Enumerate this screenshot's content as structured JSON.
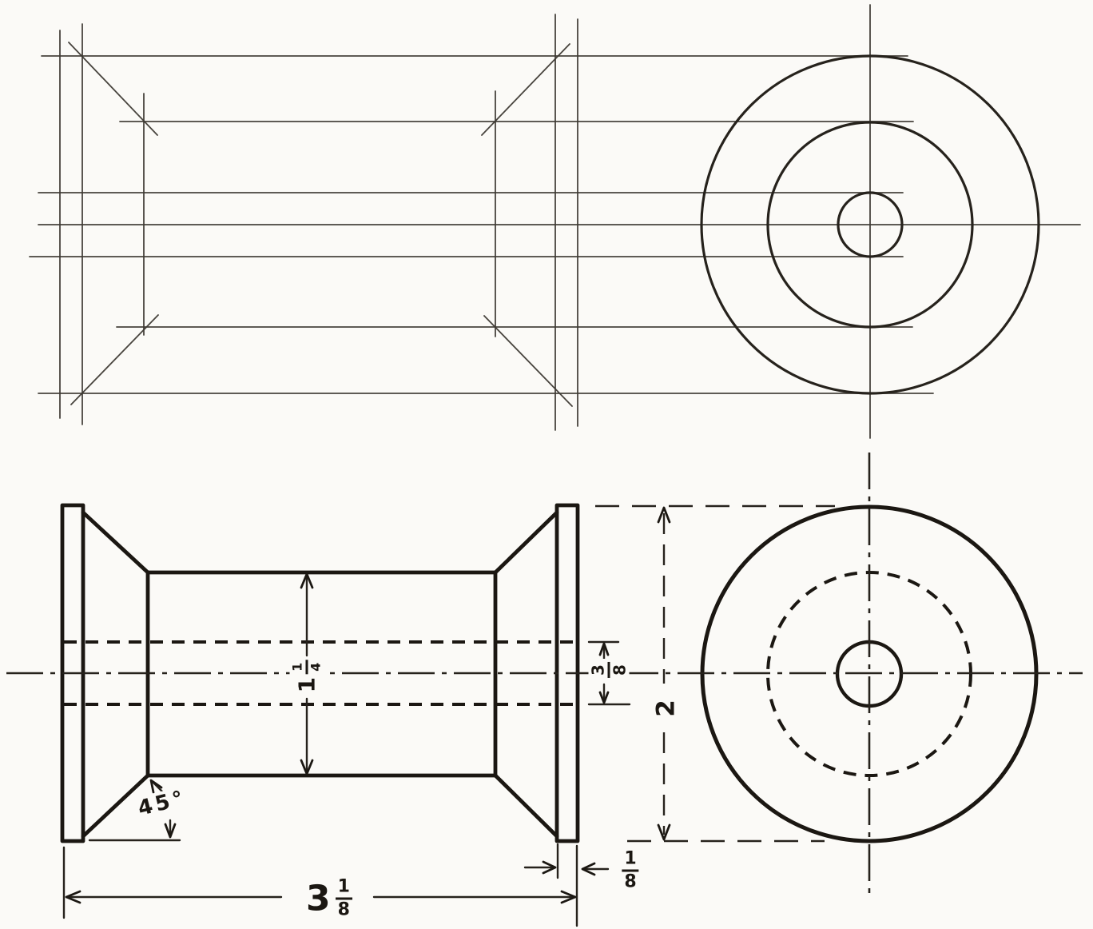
{
  "sheet": {
    "ink_color": "#1b1712",
    "paper_color": "#fbfaf7"
  },
  "dimensions": {
    "barrel_diameter": {
      "whole": "1",
      "numerator": "1",
      "denominator": "4"
    },
    "hole_diameter": {
      "numerator": "3",
      "denominator": "8"
    },
    "flange_diameter": "2",
    "chamfer_angle": "45°",
    "overall_length": {
      "whole": "3",
      "numerator": "1",
      "denominator": "8"
    },
    "flange_thickness": {
      "numerator": "1",
      "denominator": "8"
    }
  }
}
